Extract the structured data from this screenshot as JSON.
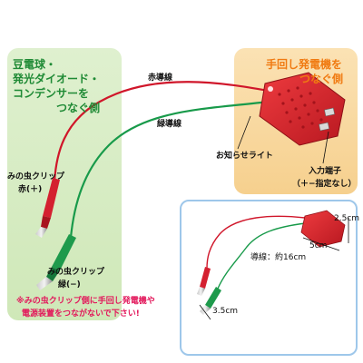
{
  "left_panel": {
    "line1": "豆電球・",
    "line2": "発光ダイオード・",
    "line3": "コンデンサーを",
    "line4": "つなぐ側"
  },
  "right_panel": {
    "line1": "手回し発電機を",
    "line2": "つなぐ側"
  },
  "labels": {
    "red_wire": "赤導線",
    "green_wire": "緑導線",
    "notify_light": "お知らせライト",
    "input_terminal": "入力端子",
    "input_terminal_note": "（＋−指定なし）",
    "clip_red": "みの虫クリップ",
    "clip_red_sign": "赤(＋)",
    "clip_green": "みの虫クリップ",
    "clip_green_sign": "緑(−)"
  },
  "warning": {
    "line1": "※みの虫クリップ側に手回し発電機や",
    "line2": "電源装置をつながないで下さい!"
  },
  "inset": {
    "wire_length": "導線：約16cm",
    "box_height": "2.5cm",
    "box_width": "5cm",
    "clip_length": "3.5cm"
  },
  "colors": {
    "red_wire": "#d0162a",
    "green_wire": "#189a4a",
    "device": "#d8262e",
    "left_panel": "#cfe8b8",
    "right_panel": "#f6d08e",
    "warning": "#e2185b"
  }
}
